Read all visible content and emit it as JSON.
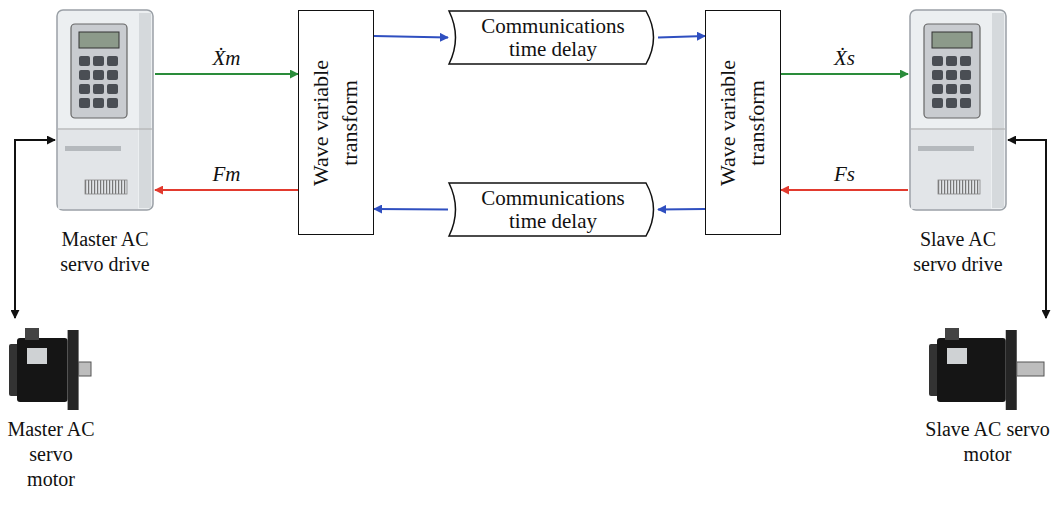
{
  "diagram": {
    "nodes": [
      {
        "text": [
          "Master AC servo drive"
        ]
      },
      {
        "text": [
          "Wave variable transform"
        ]
      },
      {
        "text": [
          "Communications time delay"
        ]
      },
      {
        "text": [
          "Communications time delay"
        ]
      },
      {
        "text": [
          "Wave variable transform"
        ]
      },
      {
        "text": [
          "Slave AC servo drive"
        ]
      },
      {
        "text": [
          "Master AC servo motor"
        ]
      },
      {
        "text": [
          "Slave AC servo motor"
        ]
      }
    ],
    "edges": [
      {
        "from": 0,
        "to": 1,
        "label": "Ẋm",
        "arrow": "to"
      },
      {
        "from": 1,
        "to": 0,
        "label": "Fm",
        "arrow": "to"
      },
      {
        "from": 1,
        "to": 2,
        "arrow": "to"
      },
      {
        "from": 2,
        "to": 4,
        "arrow": "to"
      },
      {
        "from": 4,
        "to": 3,
        "arrow": "to"
      },
      {
        "from": 3,
        "to": 1,
        "arrow": "to"
      },
      {
        "from": 4,
        "to": 5,
        "label": "Ẋs",
        "arrow": "to"
      },
      {
        "from": 5,
        "to": 4,
        "label": "Fs",
        "arrow": "to"
      },
      {
        "from": 0,
        "to": 6,
        "arrow": "both"
      },
      {
        "from": 5,
        "to": 7,
        "arrow": "both"
      }
    ]
  }
}
